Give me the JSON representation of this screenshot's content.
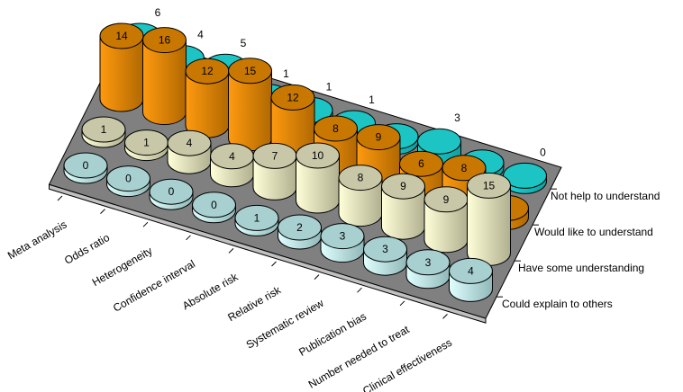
{
  "chart_data": {
    "type": "bar",
    "style": "3d-cylinder",
    "categories": [
      "Meta analysis",
      "Odds ratio",
      "Heterogeneity",
      "Confidence interval",
      "Absolute risk",
      "Relative risk",
      "Systematic review",
      "Publication bias",
      "Number needed to treat",
      "Clinical effectiveness"
    ],
    "series": [
      {
        "name": "Could explain to others",
        "values": [
          0,
          0,
          0,
          0,
          1,
          2,
          3,
          3,
          3,
          4
        ],
        "labels": [
          "0",
          "0",
          "0",
          "0",
          "1",
          "2",
          "3",
          "3",
          "3",
          "4"
        ],
        "color": "#A8D0D0"
      },
      {
        "name": "Have some understanding",
        "values": [
          1,
          1,
          4,
          4,
          7,
          10,
          8,
          9,
          9,
          15
        ],
        "labels": [
          "1",
          "1",
          "4",
          "4",
          "7",
          "10",
          "8",
          "9",
          "9",
          "15"
        ],
        "color": "#C8C8A8"
      },
      {
        "name": "Would like to understand",
        "values": [
          14,
          16,
          12,
          15,
          12,
          8,
          9,
          6,
          8,
          2
        ],
        "labels": [
          "14",
          "16",
          "12",
          "15",
          "12",
          "8",
          "9",
          "6",
          "8",
          null
        ],
        "color": "#C87800"
      },
      {
        "name": "Not help to understand",
        "values": [
          6,
          4,
          5,
          1,
          1,
          1,
          1,
          3,
          1,
          0
        ],
        "labels": [
          "6",
          "4",
          "5",
          "1",
          "1",
          "1",
          null,
          "3",
          null,
          "0"
        ],
        "color": "#1CC4C4"
      }
    ],
    "floor_color": "#808080",
    "grid": false,
    "legend": "right (series axis labels)"
  }
}
